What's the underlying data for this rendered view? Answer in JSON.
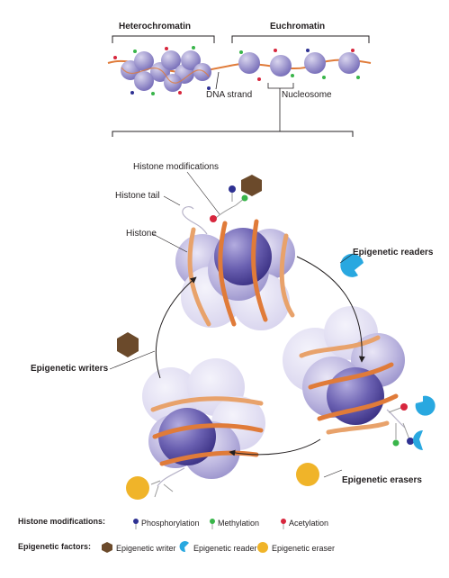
{
  "top": {
    "heterochromatin": "Heterochromatin",
    "euchromatin": "Euchromatin",
    "dna_strand": "DNA strand",
    "nucleosome": "Nucleosome"
  },
  "detail": {
    "histone_modifications": "Histone modifications",
    "histone_tail": "Histone tail",
    "histone": "Histone",
    "readers": "Epigenetic readers",
    "writers": "Epigenetic writers",
    "erasers": "Epigenetic erasers"
  },
  "legend": {
    "mods_title": "Histone modifications:",
    "phosphorylation": "Phosphorylation",
    "methylation": "Methylation",
    "acetylation": "Acetylation",
    "factors_title": "Epigenetic factors:",
    "writer": "Epigenetic writer",
    "reader": "Epigenetic reader",
    "eraser": "Epigenetic eraser"
  },
  "colors": {
    "histone": "#8e88c4",
    "histone_dark": "#4a3f8f",
    "dna": "#e07b39",
    "phosphorylation": "#2e3192",
    "methylation": "#39b54a",
    "acetylation": "#d7263d",
    "writer": "#6b4a2b",
    "reader": "#29a8e0",
    "eraser": "#f0b429"
  }
}
